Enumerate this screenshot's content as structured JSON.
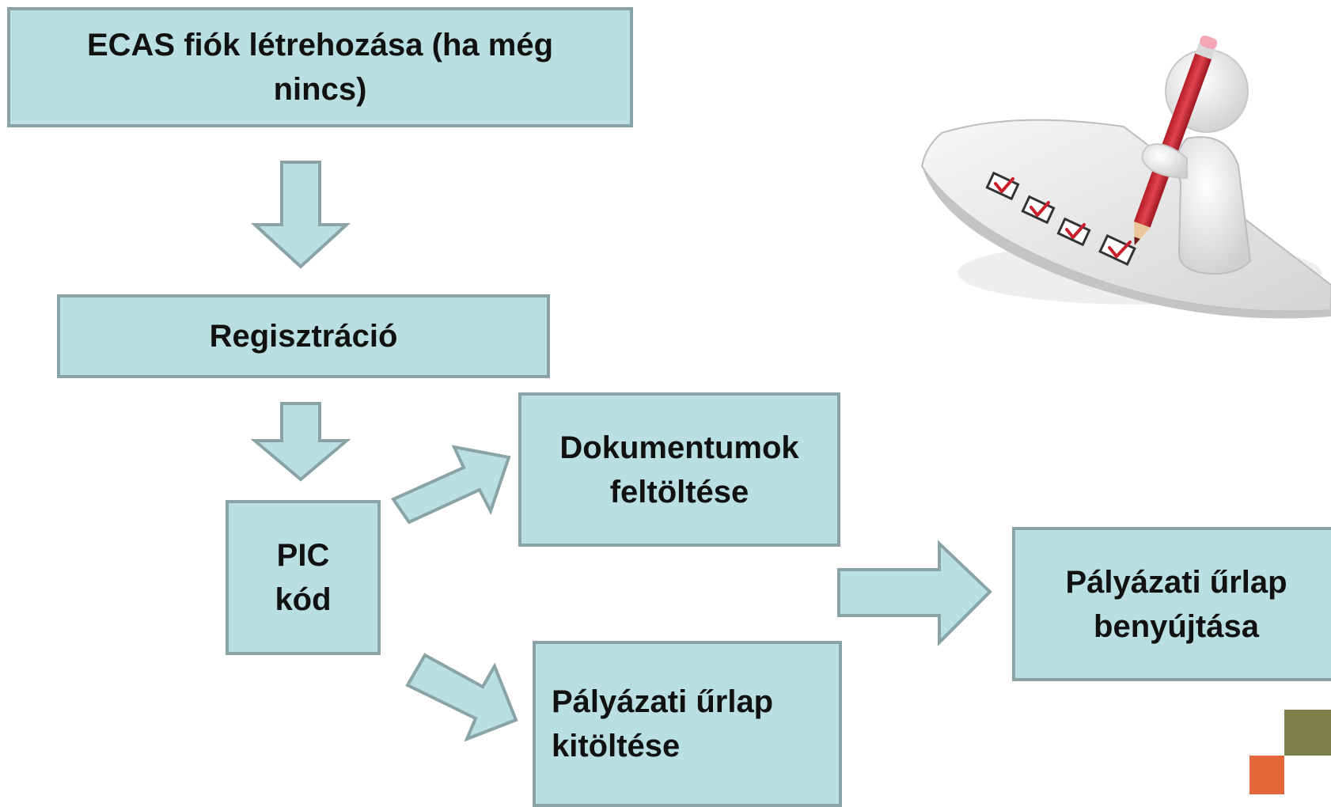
{
  "flowchart": {
    "steps": [
      {
        "id": "ecas",
        "label": "ECAS fiók létrehozása (ha még\nnincs)"
      },
      {
        "id": "registration",
        "label": "Regisztráció"
      },
      {
        "id": "pic",
        "label": "PIC\nkód"
      },
      {
        "id": "documents",
        "label": "Dokumentumok\nfeltöltése"
      },
      {
        "id": "fill_form",
        "label": "Pályázati űrlap\nkitöltése"
      },
      {
        "id": "submit_form",
        "label": "Pályázati űrlap\nbenyújtása"
      }
    ],
    "connections": [
      {
        "from": "ecas",
        "to": "registration"
      },
      {
        "from": "registration",
        "to": "pic"
      },
      {
        "from": "pic",
        "to": "documents"
      },
      {
        "from": "pic",
        "to": "fill_form"
      },
      {
        "from": "documents",
        "to": "submit_form"
      }
    ]
  },
  "colors": {
    "box_fill": "#b9dfe2",
    "box_border": "#8aa3a6",
    "text": "#111111",
    "corner_green": "#7d8048",
    "corner_orange": "#e4673a"
  },
  "illustration": {
    "icon": "checklist-figure-with-pencil"
  }
}
